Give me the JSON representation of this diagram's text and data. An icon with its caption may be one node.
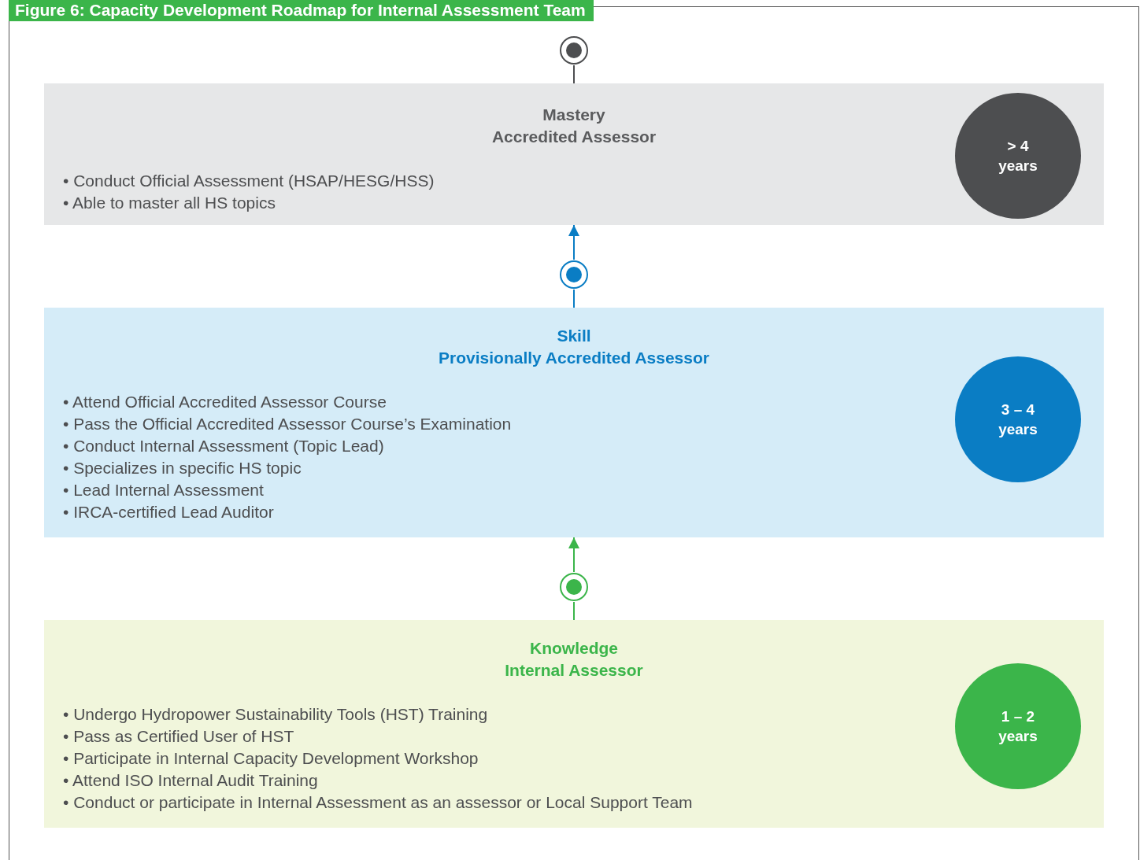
{
  "diagram": {
    "title": "Figure 6: Capacity Development Roadmap for Internal Assessment Team",
    "nodes": [
      {
        "text": [],
        "shape": "circle"
      },
      {
        "text": [
          "Mastery",
          "Accredited Assessor",
          "• Conduct Official Assessment (HSAP/HESG/HSS)",
          "• Able to master all HS topics"
        ]
      },
      {
        "text": [
          "> 4 years"
        ],
        "in": 1
      },
      {
        "text": [],
        "shape": "circle"
      },
      {
        "text": [
          "Skill",
          "Provisionally Accredited Assessor",
          "• Attend Official Accredited Assessor Course",
          "• Pass the Official Accredited Assessor Course’s Examination",
          "• Conduct Internal Assessment (Topic Lead)",
          "• Specializes in specific HS topic",
          "• Lead Internal Assessment",
          "• IRCA-certified Lead Auditor"
        ]
      },
      {
        "text": [
          "3 – 4 years"
        ],
        "in": 4
      },
      {
        "text": [],
        "shape": "circle"
      },
      {
        "text": [
          "Knowledge",
          "Internal Assessor",
          "• Undergo Hydropower Sustainability Tools (HST) Training",
          "• Pass as Certified User of HST",
          "• Participate in Internal Capacity Development Workshop",
          "• Attend ISO Internal Audit Training",
          "• Conduct or participate in Internal Assessment as an assessor or Local Support Team"
        ]
      },
      {
        "text": [
          "1 – 2 years"
        ],
        "in": 7
      }
    ],
    "edges": [
      {
        "from": 0,
        "to": 1,
        "arrow": "none",
        "color": "#4d4e50"
      },
      {
        "from": 3,
        "to": 1,
        "arrow": "to",
        "color": "#0a7dc4"
      },
      {
        "from": 3,
        "to": 4,
        "arrow": "none",
        "color": "#0a7dc4"
      },
      {
        "from": 6,
        "to": 4,
        "arrow": "to",
        "color": "#3bb54a"
      },
      {
        "from": 6,
        "to": 7,
        "arrow": "none",
        "color": "#3bb54a"
      }
    ]
  }
}
